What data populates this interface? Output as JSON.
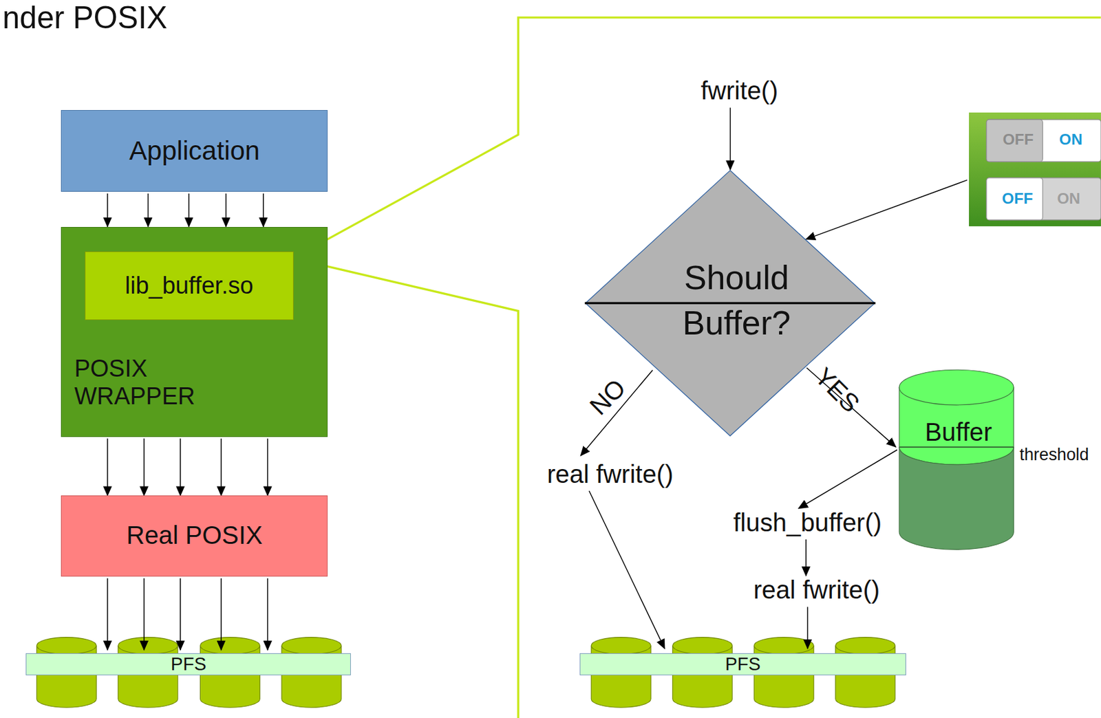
{
  "diagram": {
    "title": "nder POSIX",
    "nodes": [
      {
        "text": [
          "Application"
        ]
      },
      {
        "text": [
          "POSIX WRAPPER"
        ]
      },
      {
        "text": [
          "lib_buffer.so"
        ],
        "in": 1
      },
      {
        "text": [
          "Real POSIX"
        ]
      },
      {
        "text": [
          "PFS"
        ]
      },
      {
        "text": [
          "fwrite()"
        ]
      },
      {
        "text": [
          "OFF",
          "ON",
          "OFF",
          "ON"
        ]
      },
      {
        "text": [
          "Should",
          "Buffer?"
        ]
      },
      {
        "text": [
          "real fwrite()"
        ]
      },
      {
        "text": [
          "Buffer"
        ]
      },
      {
        "text": [
          "flush_buffer()"
        ]
      },
      {
        "text": [
          "real fwrite()"
        ]
      },
      {
        "text": [
          "PFS"
        ]
      }
    ],
    "edges": [
      {
        "from": 0,
        "to": 1,
        "arrow": "to"
      },
      {
        "from": 0,
        "to": 1,
        "arrow": "to"
      },
      {
        "from": 0,
        "to": 1,
        "arrow": "to"
      },
      {
        "from": 0,
        "to": 1,
        "arrow": "to"
      },
      {
        "from": 0,
        "to": 1,
        "arrow": "to"
      },
      {
        "from": 1,
        "to": 3,
        "arrow": "to"
      },
      {
        "from": 1,
        "to": 3,
        "arrow": "to"
      },
      {
        "from": 1,
        "to": 3,
        "arrow": "to"
      },
      {
        "from": 1,
        "to": 3,
        "arrow": "to"
      },
      {
        "from": 1,
        "to": 3,
        "arrow": "to"
      },
      {
        "from": 3,
        "to": 4,
        "arrow": "to"
      },
      {
        "from": 3,
        "to": 4,
        "arrow": "to"
      },
      {
        "from": 3,
        "to": 4,
        "arrow": "to"
      },
      {
        "from": 3,
        "to": 4,
        "arrow": "to"
      },
      {
        "from": 3,
        "to": 4,
        "arrow": "to"
      },
      {
        "from": 5,
        "to": 7,
        "arrow": "to"
      },
      {
        "from": 6,
        "to": 7,
        "arrow": "to"
      },
      {
        "from": 7,
        "to": 8,
        "label": "NO",
        "arrow": "to"
      },
      {
        "from": 7,
        "to": 9,
        "label": "YES",
        "arrow": "to"
      },
      {
        "from": 8,
        "to": 12,
        "arrow": "to"
      },
      {
        "from": 9,
        "to": 10,
        "arrow": "to"
      },
      {
        "from": 10,
        "to": 11,
        "arrow": "to"
      },
      {
        "from": 11,
        "to": 12,
        "arrow": "to"
      }
    ],
    "labels": [
      "threshold"
    ]
  }
}
